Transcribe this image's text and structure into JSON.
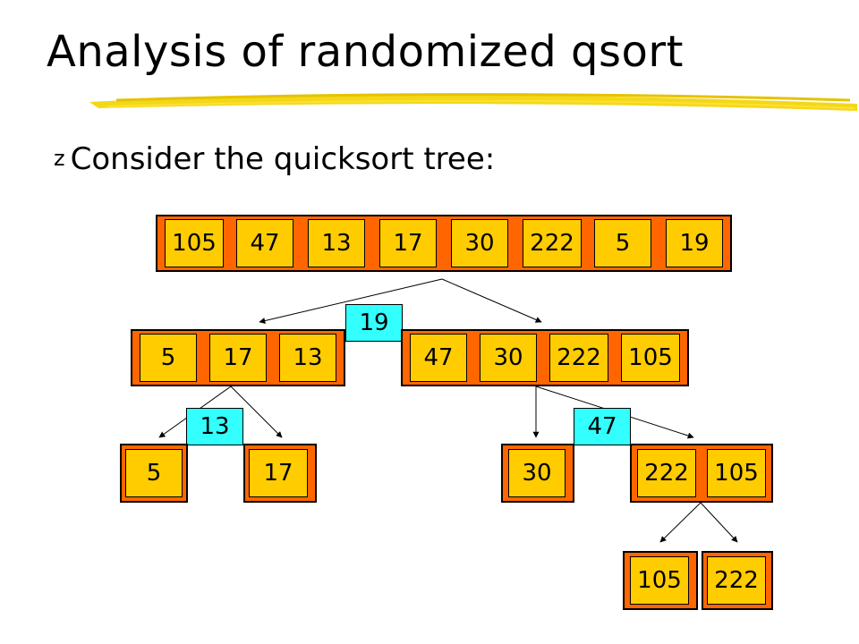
{
  "slide": {
    "title": "Analysis of randomized qsort",
    "bullet": "Consider the quicksort tree:",
    "bullet_mark": "z"
  },
  "tree": {
    "root": [
      "105",
      "47",
      "13",
      "17",
      "30",
      "222",
      "5",
      "19"
    ],
    "level1_left": [
      "5",
      "17",
      "13"
    ],
    "level1_pivot": "19",
    "level1_right": [
      "47",
      "30",
      "222",
      "105"
    ],
    "level2_left_a": [
      "5"
    ],
    "level2_left_pivot": "13",
    "level2_left_b": [
      "17"
    ],
    "level2_right_a": [
      "30"
    ],
    "level2_right_pivot": "47",
    "level2_right_b": [
      "222",
      "105"
    ],
    "level3_a": [
      "105"
    ],
    "level3_b": [
      "222"
    ]
  },
  "colors": {
    "group_fill": "#ff6600",
    "cell_fill": "#ffcc00",
    "pivot_fill": "#33ffff"
  }
}
